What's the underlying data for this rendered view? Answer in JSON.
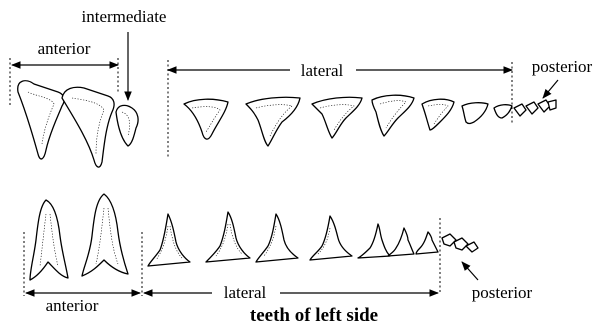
{
  "upper_row": {
    "intermediate_label": "intermediate",
    "anterior_label": "anterior",
    "lateral_label": "lateral",
    "posterior_label": "posterior"
  },
  "lower_row": {
    "anterior_label": "anterior",
    "lateral_label": "lateral",
    "posterior_label": "posterior"
  },
  "caption": "teeth of left side"
}
